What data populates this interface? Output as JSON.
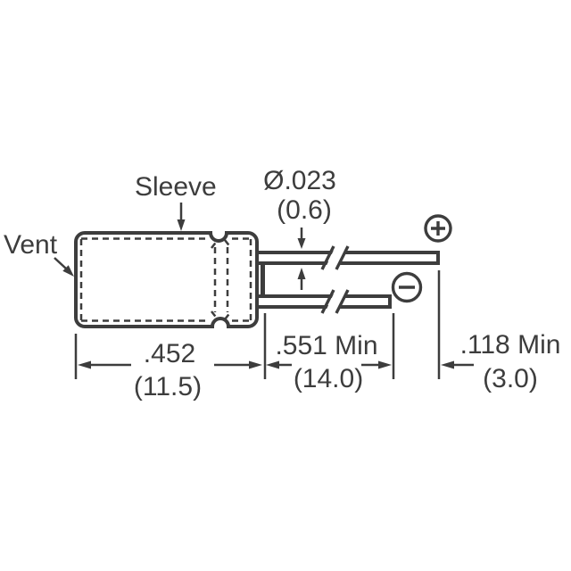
{
  "labels": {
    "vent": "Vent",
    "sleeve": "Sleeve"
  },
  "dimensions": {
    "lead_diameter": {
      "inches": "Ø.023",
      "mm": "(0.6)"
    },
    "body_length": {
      "inches": ".452",
      "mm": "(11.5)"
    },
    "lead_length_min": {
      "inches": ".551 Min",
      "mm": "(14.0)"
    },
    "positive_lead_tip_min": {
      "inches": ".118 Min",
      "mm": "(3.0)"
    }
  },
  "icons": {
    "positive_terminal": "plus-circle-icon",
    "negative_terminal": "minus-circle-icon",
    "lead_break": "break-slashes-icon"
  },
  "colors": {
    "line": "#3d3d3d",
    "background": "#ffffff"
  }
}
